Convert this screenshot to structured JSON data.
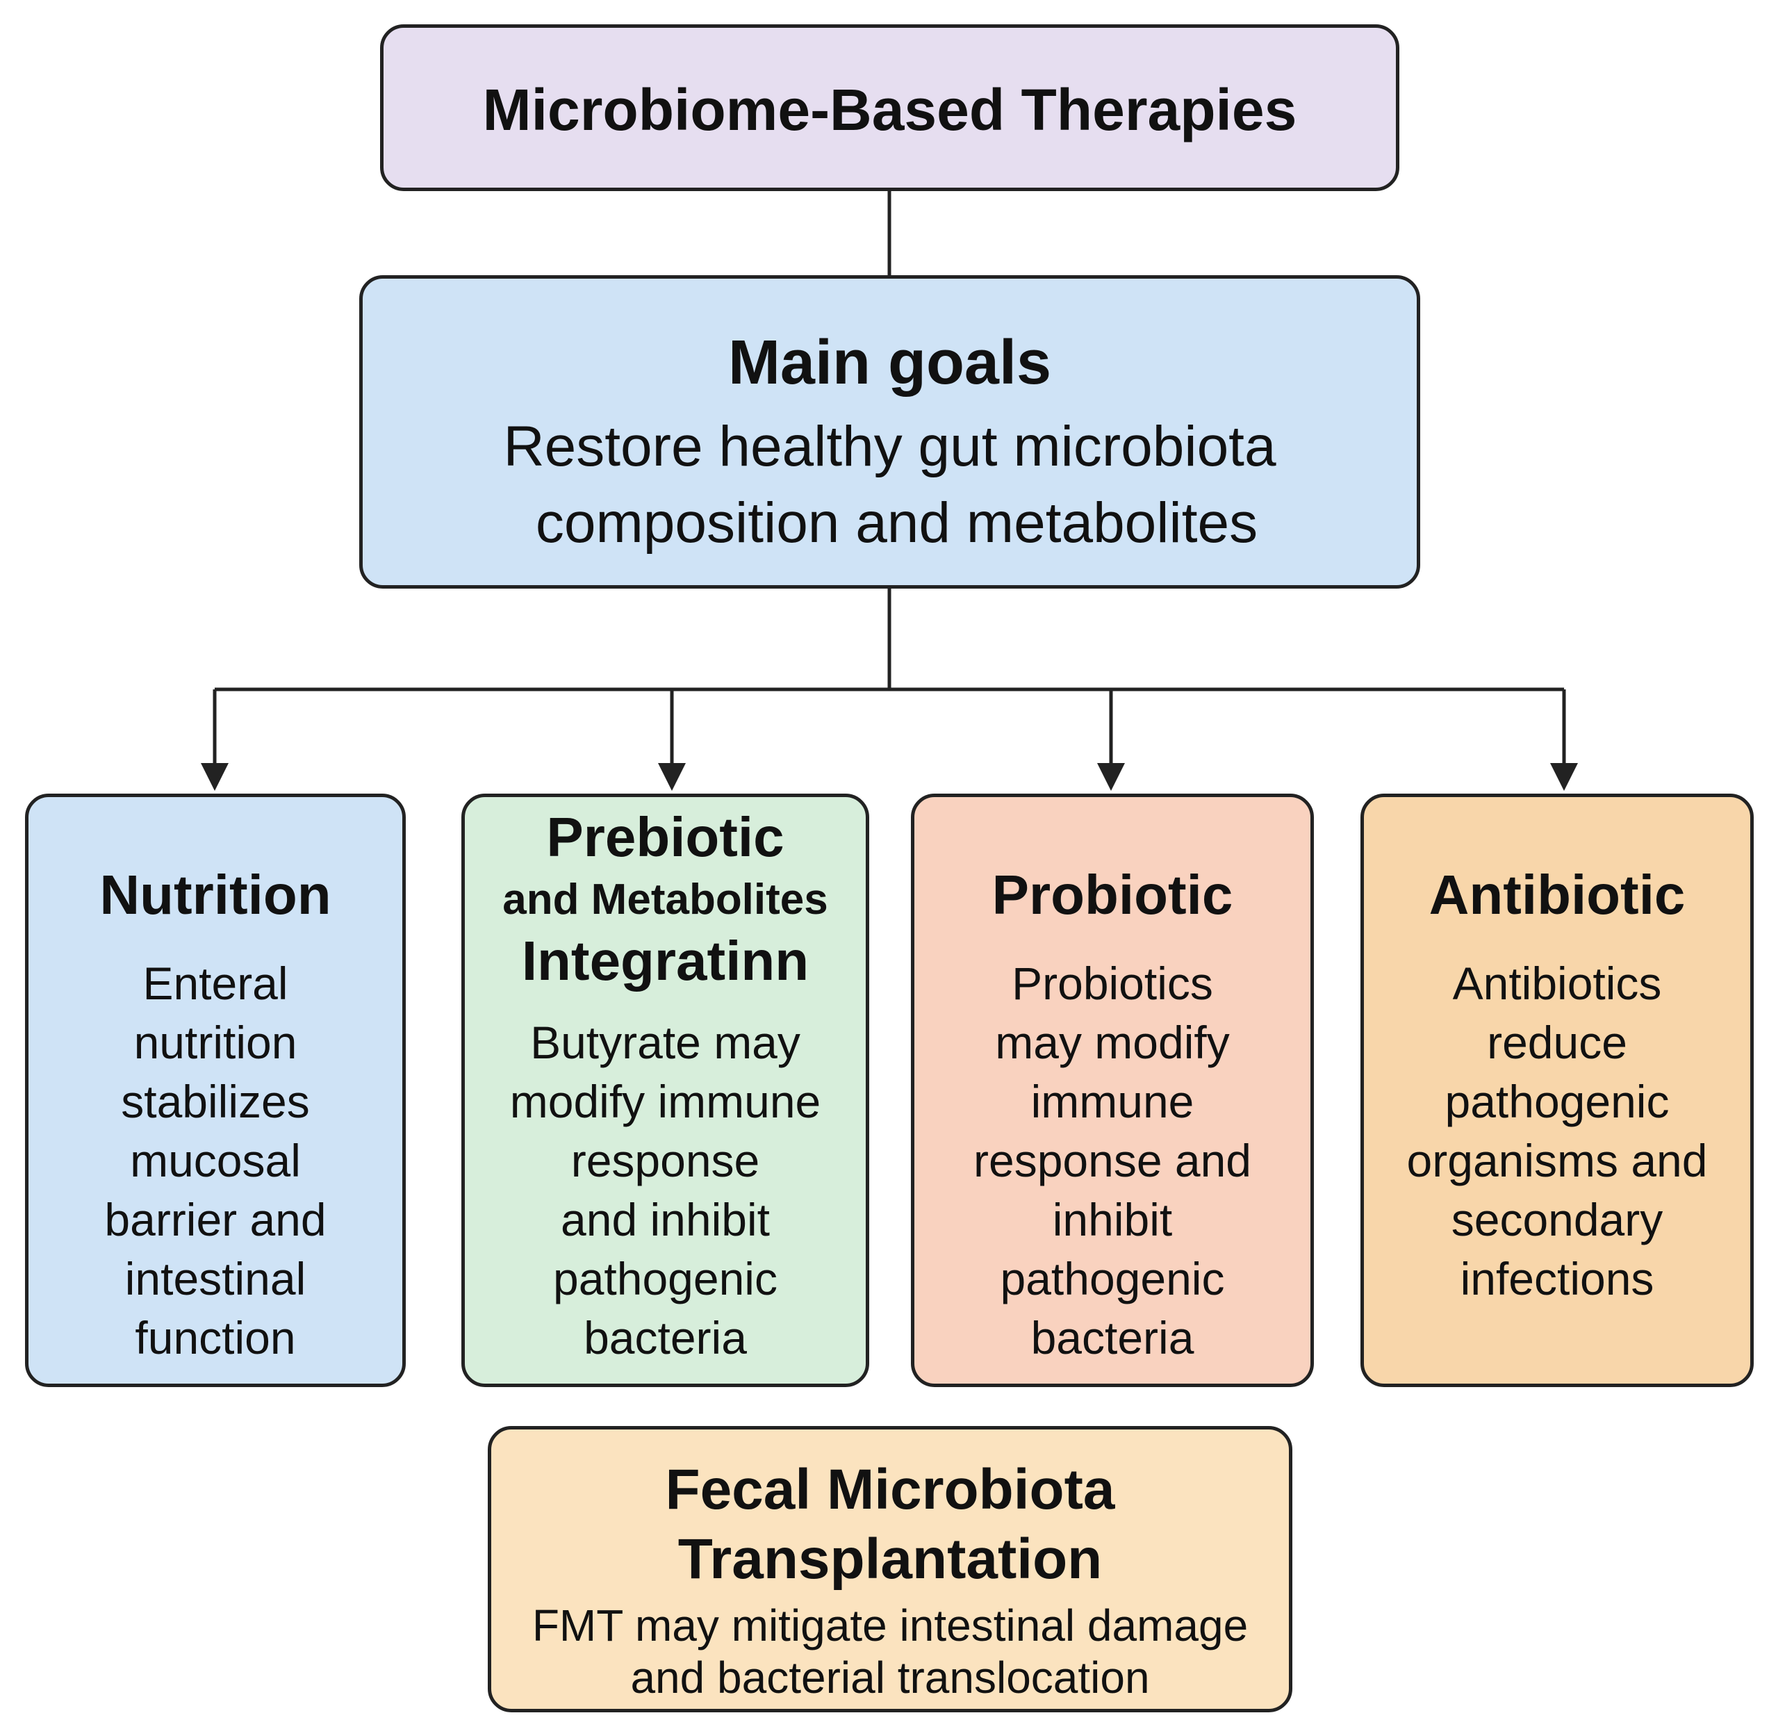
{
  "title": "Microbiome-Based Therapies",
  "goals": {
    "heading": "Main goals",
    "lines": [
      "Restore healthy gut microbiota",
      "composition and metabolites"
    ]
  },
  "categories": [
    {
      "heading": [
        "Nutrition"
      ],
      "body": [
        "Enteral",
        "nutrition",
        "stabilizes",
        "mucosal",
        "barrier and",
        "intestinal",
        "function"
      ]
    },
    {
      "heading": [
        "Prebiotic",
        "and Metabolites",
        "Integratinn"
      ],
      "body": [
        "Butyrate may",
        "modify immune",
        "response",
        "and inhibit",
        "pathogenic",
        "bacteria"
      ]
    },
    {
      "heading": [
        "Probiotic"
      ],
      "body": [
        "Probiotics",
        "may modify",
        "immune",
        "response and",
        "inhibit",
        "pathogenic",
        "bacteria"
      ]
    },
    {
      "heading": [
        "Antibiotic"
      ],
      "body": [
        "Antibiotics",
        "reduce",
        "pathogenic",
        "organisms and",
        "secondary",
        "infections"
      ]
    }
  ],
  "fmt": {
    "heading": [
      "Fecal Microbiota",
      "Transplantation"
    ],
    "body": [
      "FMT may mitigate intestinal damage",
      "and bacterial translocation"
    ]
  },
  "colors": {
    "title_fill": "#e6def0",
    "goals_fill": "#cfe3f6",
    "nutrition_fill": "#cfe3f6",
    "prebiotic_fill": "#d7eedb",
    "probiotic_fill": "#f9d2bf",
    "antibiotic_fill": "#f8d6aa",
    "fmt_fill": "#fbe3bf",
    "line": "#222222"
  }
}
